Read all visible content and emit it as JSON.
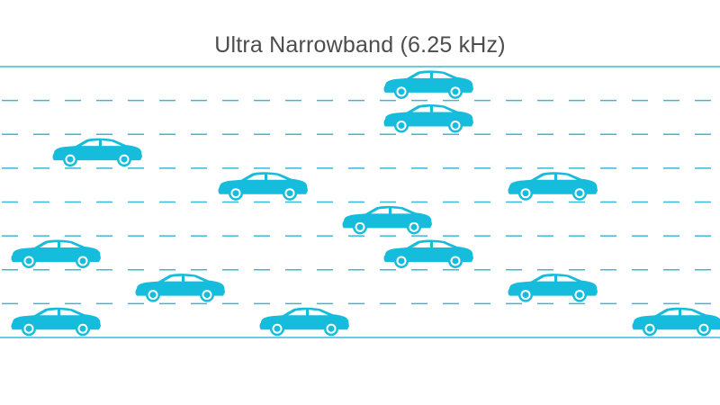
{
  "title": "Ultra Narrowband (6.25 kHz)",
  "colors": {
    "background": "#ffffff",
    "title_text": "#4d4d4d",
    "road_lines": "#3bb8d8",
    "car_body": "#15bcdb",
    "window": "#ffffff",
    "wheel_hub": "#ffffff"
  },
  "road": {
    "lanes": 8,
    "boundary_style": "solid",
    "divider_style": "dashed"
  },
  "cars": [
    {
      "lane": 1,
      "slot": 9
    },
    {
      "lane": 2,
      "slot": 9
    },
    {
      "lane": 3,
      "slot": 1
    },
    {
      "lane": 4,
      "slot": 5
    },
    {
      "lane": 4,
      "slot": 12
    },
    {
      "lane": 5,
      "slot": 8
    },
    {
      "lane": 6,
      "slot": 0
    },
    {
      "lane": 6,
      "slot": 9
    },
    {
      "lane": 7,
      "slot": 3
    },
    {
      "lane": 7,
      "slot": 12
    },
    {
      "lane": 8,
      "slot": 0
    },
    {
      "lane": 8,
      "slot": 6
    },
    {
      "lane": 8,
      "slot": 15
    }
  ]
}
